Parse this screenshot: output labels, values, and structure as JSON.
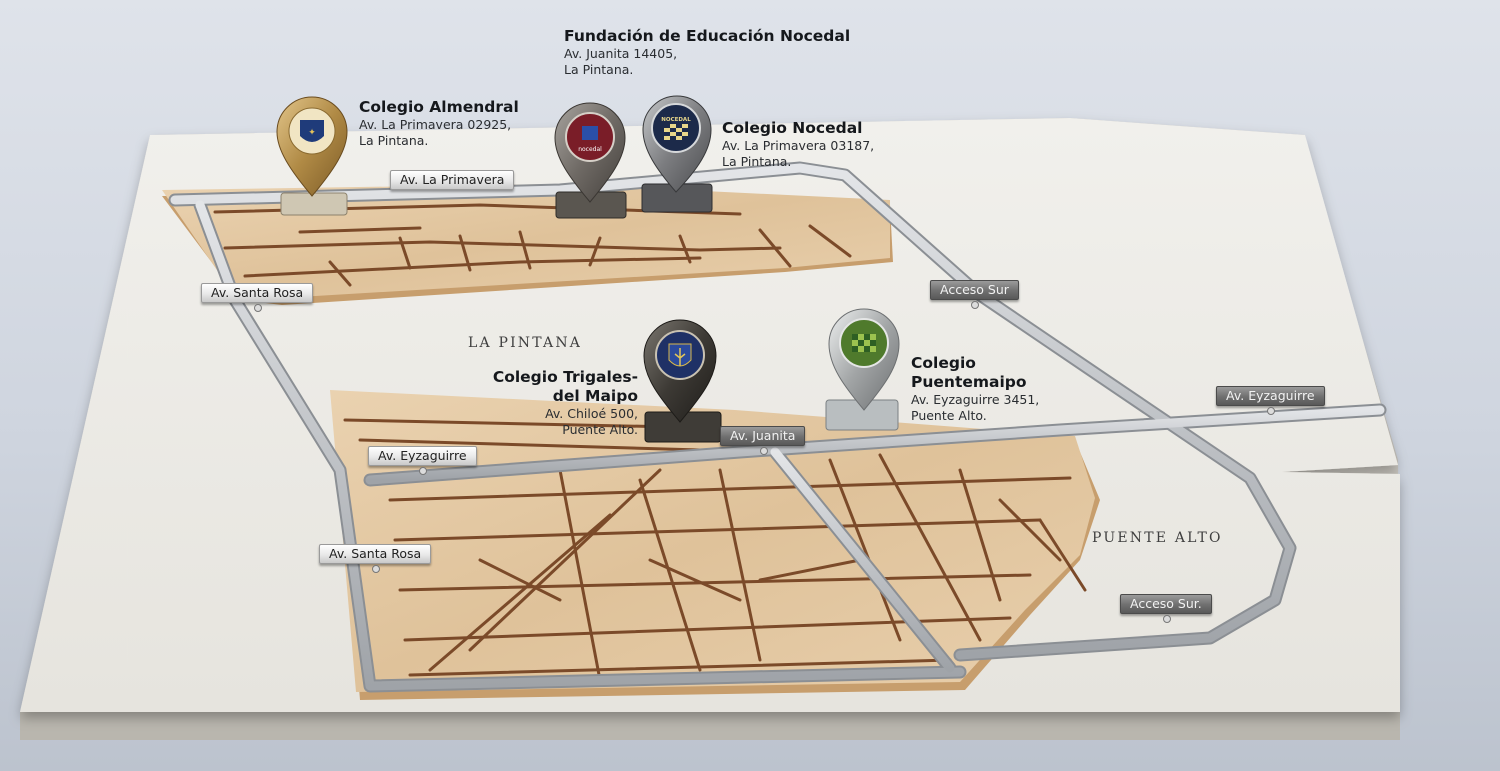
{
  "schools": [
    {
      "name": "Colegio Almendral",
      "address_line1": "Av. La Primavera 02925,",
      "address_line2": "La Pintana.",
      "pin_color": "#b08a45",
      "badge_color": "#1f3b7a",
      "badge_icon": "shield-crest-icon"
    },
    {
      "name": "Fundación de Educación Nocedal",
      "address_line1": "Av. Juanita 14405,",
      "address_line2": "La Pintana.",
      "pin_color": "#6f6a65",
      "badge_color": "#7a1d28",
      "badge_text": "nocedal",
      "badge_icon": "nocedal-n-logo-icon"
    },
    {
      "name": "Colegio Nocedal",
      "address_line1": "Av. La Primavera 03187,",
      "address_line2": "La Pintana.",
      "pin_color": "#7c7d80",
      "badge_color": "#1c2a4a",
      "badge_text": "NOCEDAL",
      "badge_icon": "checkered-shield-icon"
    },
    {
      "name_line1": "Colegio Trigales-",
      "name_line2": "del Maipo",
      "address_line1": "Av. Chiloé 500,",
      "address_line2": "Puente Alto.",
      "pin_color": "#3d3a35",
      "badge_color": "#1f3166",
      "badge_icon": "wheat-shield-icon"
    },
    {
      "name_line1": "Colegio",
      "name_line2": "Puentemaipo",
      "address_line1": "Av. Eyzaguirre 3451,",
      "address_line2": "Puente Alto.",
      "pin_color": "#a2a5a6",
      "badge_color": "#4f7a2c",
      "badge_icon": "green-shield-icon"
    }
  ],
  "districts": {
    "la_pintana": "LA PINTANA",
    "puente_alto": "PUENTE ALTO"
  },
  "roads": {
    "la_primavera": "Av. La Primavera",
    "santa_rosa_top": "Av. Santa Rosa",
    "acceso_sur_top": "Acceso Sur",
    "eyzaguirre_right": "Av. Eyzaguirre",
    "eyzaguirre_left": "Av. Eyzaguirre",
    "juanita": "Av. Juanita",
    "santa_rosa_bottom": "Av. Santa Rosa",
    "acceso_sur_bottom": "Acceso Sur."
  },
  "colors": {
    "board": "#efeee9",
    "wood": "#e2c7a2",
    "street_groove": "#7b4a29",
    "road_steel": "#b9bcc0"
  }
}
